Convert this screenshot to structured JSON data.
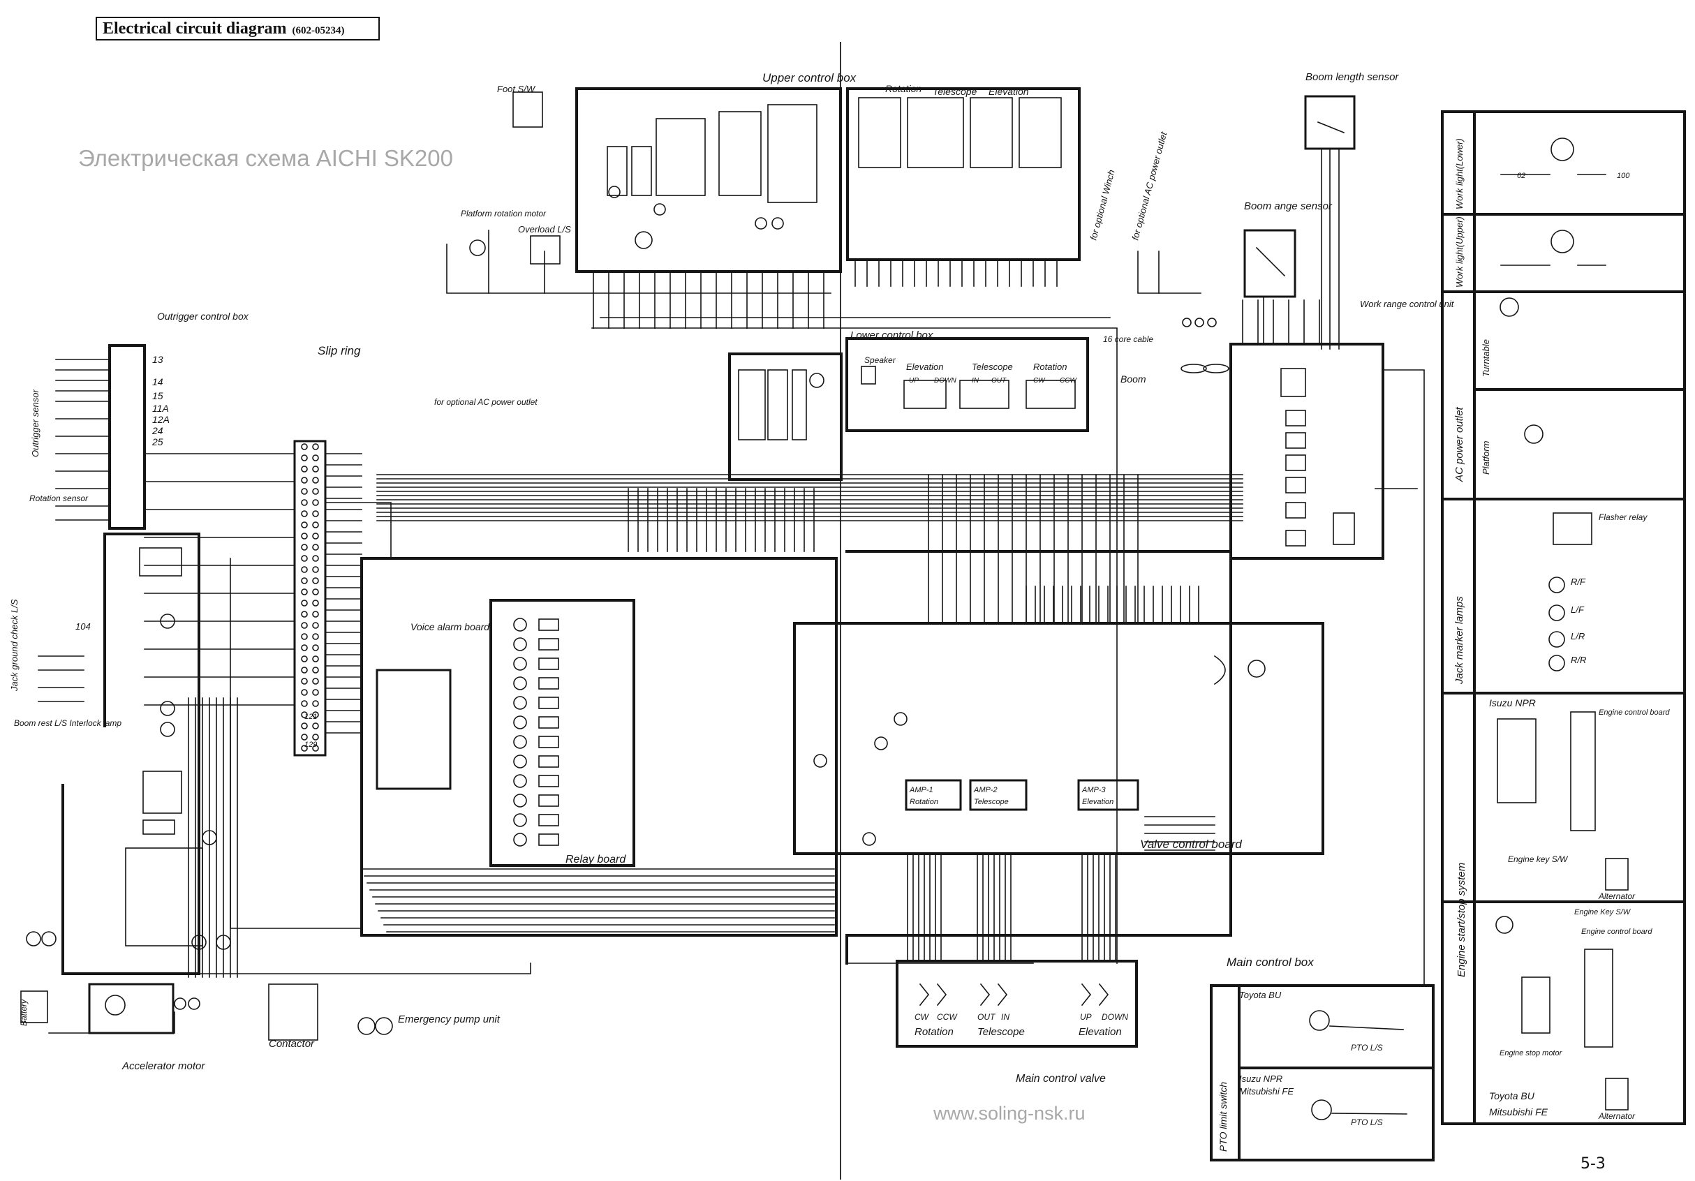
{
  "header": {
    "title": "Electrical circuit diagram",
    "code": "(602-05234)"
  },
  "watermark": "Электрическая схема AICHI SK200",
  "website": "www.soling-nsk.ru",
  "page_number": "5-3",
  "boxes": {
    "upper_control_box": "Upper control box",
    "outrigger_control_box": "Outrigger control box",
    "slip_ring": "Slip ring",
    "lower_control_box": "Lower control box",
    "relay_board": "Relay board",
    "voice_alarm_board": "Voice alarm board",
    "valve_control_board": "Valve control board",
    "main_control_box": "Main control box",
    "main_control_valve": "Main control valve",
    "work_range_control_unit": "Work range control unit"
  },
  "components": {
    "foot_sw": "Foot S/W",
    "platform_rotation_motor": "Platform rotation motor",
    "overload_ls": "Overload L/S",
    "boom_length_sensor": "Boom length sensor",
    "boom_angle_sensor": "Boom ange sensor",
    "boom": "Boom",
    "speaker": "Speaker",
    "outrigger_sensor": "Outrigger sensor",
    "rotation_sensor": "Rotation sensor",
    "jack_ground_check_ls": "Jack ground check L/S",
    "boom_rest_interlock": "Boom rest L/S Interlock lamp",
    "accelerator_motor": "Accelerator motor",
    "contactor": "Contactor",
    "emergency_pump_unit": "Emergency pump unit",
    "battery": "Battery",
    "cable_16_core": "16 core cable",
    "for_optional_winch": "for optional Winch",
    "for_optional_ac": "for optional AC power outlet",
    "amp1": "AMP-1",
    "amp2": "AMP-2",
    "amp3": "AMP-3",
    "flasher_relay": "Flasher relay",
    "isuzu_npr": "Isuzu NPR",
    "engine_control_board": "Engine control board",
    "engine_key_sw": "Engine key S/W",
    "alternator": "Alternator",
    "engine_stop_motor": "Engine stop motor",
    "toyota_bu": "Toyota BU",
    "mitsubishi_fe": "Mitsubishi FE",
    "pto_ls": "PTO L/S",
    "engine_key_sw_b": "Engine Key S/W"
  },
  "functions": {
    "rotation": "Rotation",
    "telescope": "Telescope",
    "elevation": "Elevation",
    "cw": "CW",
    "ccw": "CCW",
    "out": "OUT",
    "in": "IN",
    "up": "UP",
    "down": "DOWN"
  },
  "side_table": {
    "work_light_lower": "Work light(Lower)",
    "work_light_upper": "Work light(Upper)",
    "ac_power_outlet": "AC power outlet",
    "turntable": "Turntable",
    "platform": "Platform",
    "jack_marker_lamps": "Jack marker lamps",
    "engine_start_stop": "Engine start/stop system",
    "pto_limit_switch": "PTO limit switch",
    "lamp_rf": "R/F",
    "lamp_lf": "L/F",
    "lamp_lr": "L/R",
    "lamp_rr": "R/R"
  },
  "wire_numbers": {
    "w13": "13",
    "w14": "14",
    "w15": "15",
    "w11a": "11A",
    "w12a": "12A",
    "w24": "24",
    "w25": "25",
    "w104": "104",
    "w121": "121",
    "w129": "129",
    "w62": "62",
    "w100": "100"
  }
}
